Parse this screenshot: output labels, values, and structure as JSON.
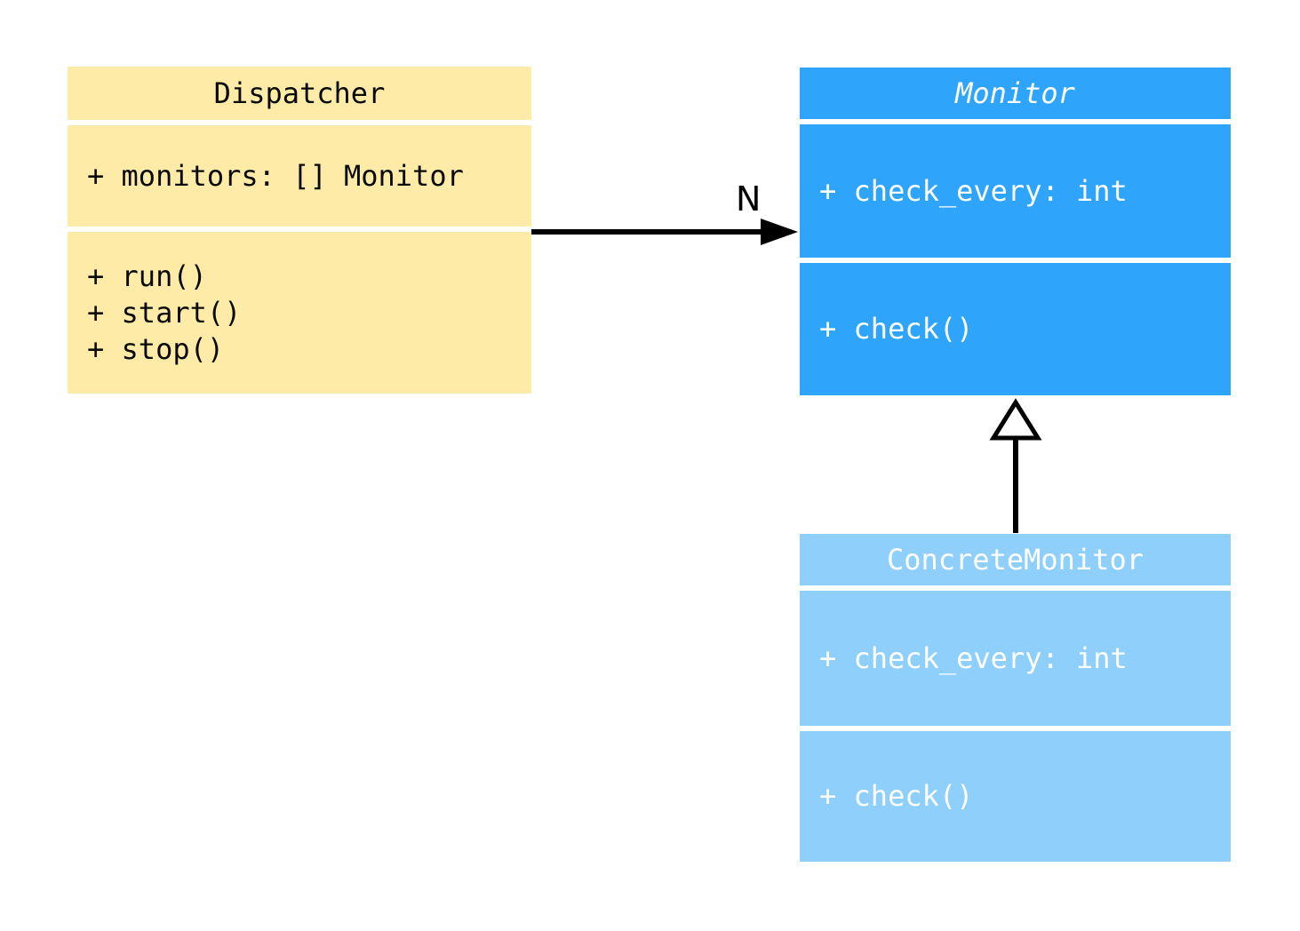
{
  "diagram": {
    "type": "uml-class-diagram",
    "classes": [
      {
        "id": "dispatcher",
        "name": "Dispatcher",
        "abstract": false,
        "attributes": [
          "+ monitors: [] Monitor"
        ],
        "methods": [
          "+ run()",
          "+ start()",
          "+ stop()"
        ],
        "fill": "#feeba8",
        "text_color": "#0a0a0a"
      },
      {
        "id": "monitor",
        "name": "Monitor",
        "abstract": true,
        "attributes": [
          "+ check_every: int"
        ],
        "methods": [
          "+ check()"
        ],
        "fill": "#2ea4fa",
        "text_color": "#ffffff"
      },
      {
        "id": "concrete-monitor",
        "name": "ConcreteMonitor",
        "abstract": false,
        "attributes": [
          "+ check_every: int"
        ],
        "methods": [
          "+ check()"
        ],
        "fill": "#8ecffb",
        "text_color": "#ffffff"
      }
    ],
    "relationships": [
      {
        "type": "association",
        "from": "Dispatcher",
        "to": "Monitor",
        "multiplicity_label": "N",
        "line_color": "#000000"
      },
      {
        "type": "inheritance",
        "from": "ConcreteMonitor",
        "to": "Monitor",
        "line_color": "#000000"
      }
    ]
  }
}
